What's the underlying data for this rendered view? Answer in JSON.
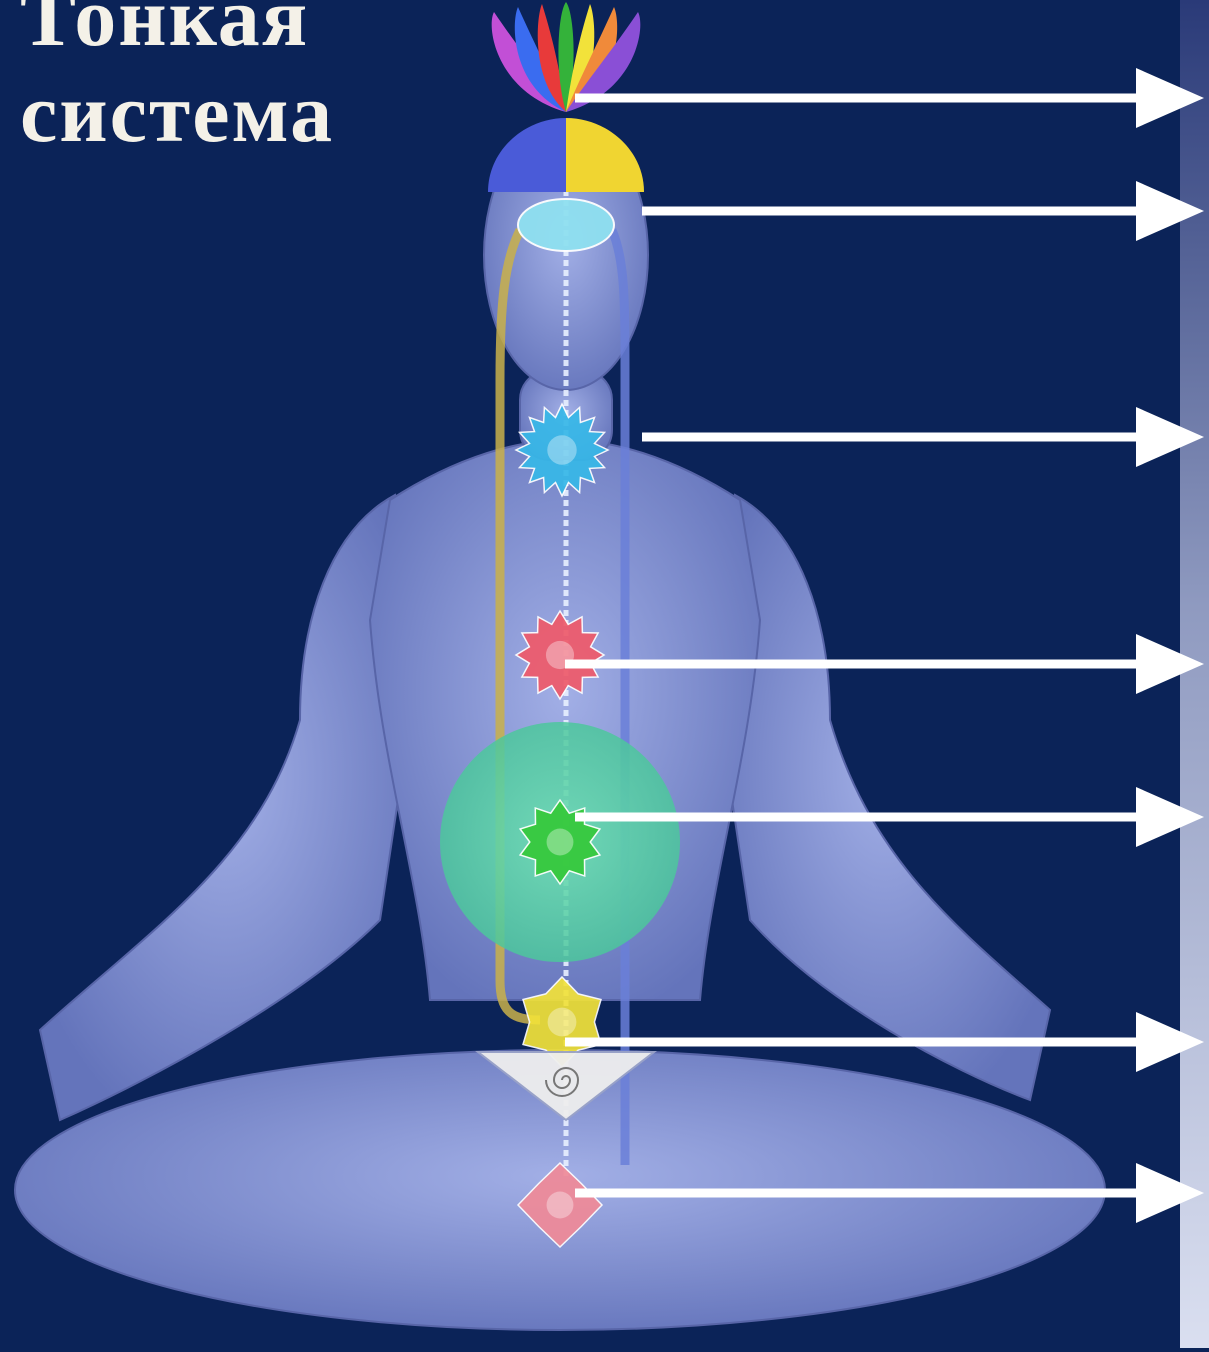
{
  "title": {
    "line1": "Тонкая",
    "line2": "система"
  },
  "colors": {
    "background": "#0b2358",
    "side_panel": "#c7cde0",
    "body": "#7f8fd0",
    "arrow": "#ffffff",
    "ida_channel": "#c9b04a",
    "pingala_channel": "#6a7fd8",
    "central_channel": "#e8f0ff"
  },
  "chakras": [
    {
      "name": "sahasrara",
      "color": "#8a4fd6"
    },
    {
      "name": "ajna",
      "color": "#8fe0f0"
    },
    {
      "name": "vishuddhi",
      "color": "#37b8e8"
    },
    {
      "name": "anahata",
      "color": "#ef5a6a"
    },
    {
      "name": "nabhi",
      "color": "#35c93a"
    },
    {
      "name": "swadisthan",
      "color": "#f2e23a"
    },
    {
      "name": "kundalini-triangle",
      "color": "#eeeeee"
    },
    {
      "name": "mooladhara",
      "color": "#f08a98"
    }
  ],
  "void": {
    "color": "#5fd6a8"
  },
  "arrows_count": 7
}
